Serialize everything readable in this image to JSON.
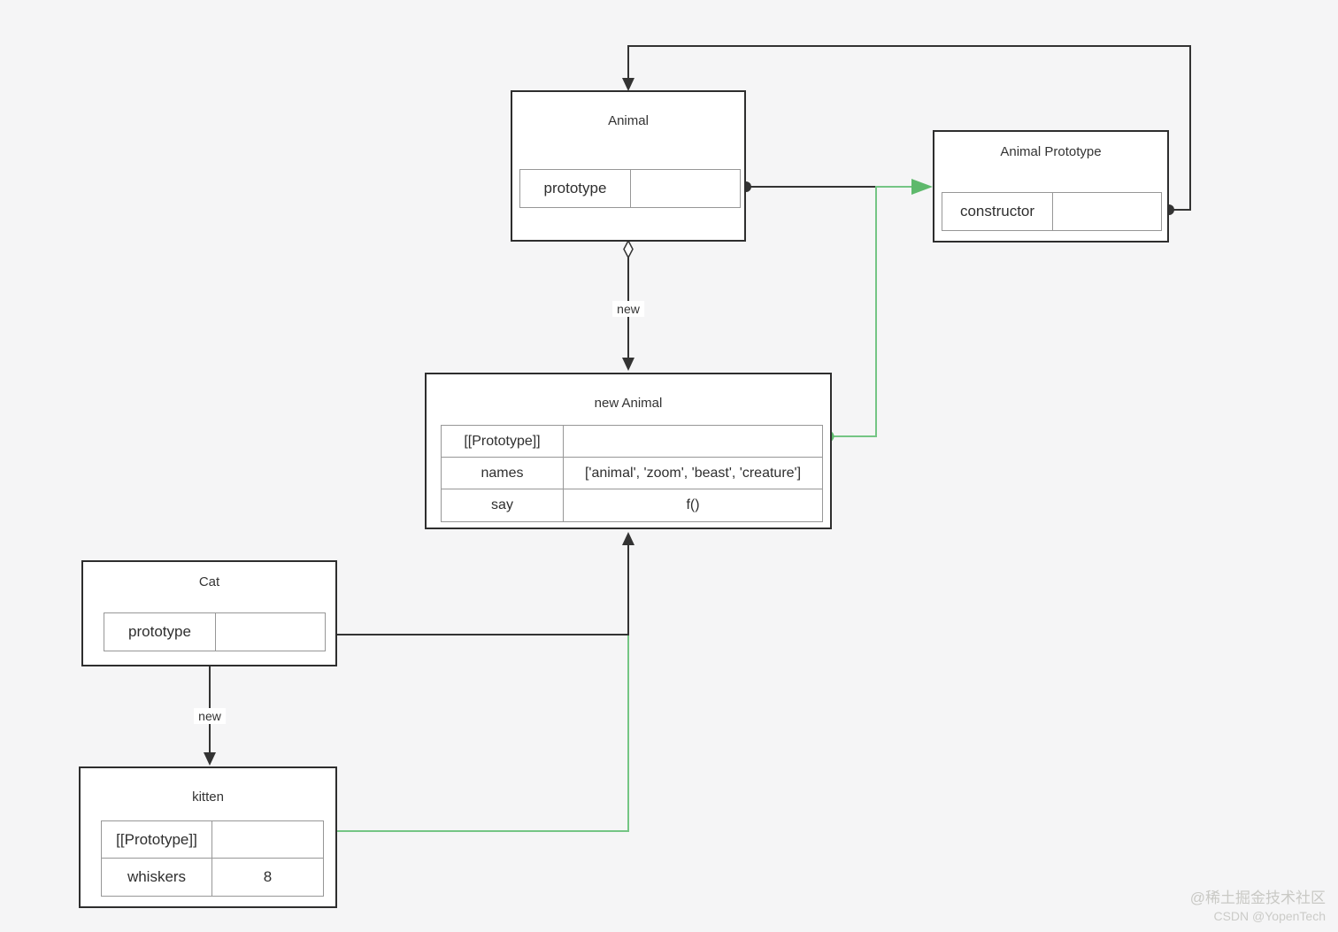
{
  "colors": {
    "background": "#f5f5f6",
    "box_border": "#2e2e2e",
    "inner_border": "#979797",
    "line_black": "#333333",
    "accent_green_line": "#74c584",
    "accent_green_strong": "#5eb96c"
  },
  "nodes": {
    "animal": {
      "title": "Animal",
      "rows": [
        {
          "key": "prototype",
          "value": ""
        }
      ]
    },
    "animal_prototype": {
      "title": "Animal Prototype",
      "rows": [
        {
          "key": "constructor",
          "value": ""
        }
      ]
    },
    "new_animal": {
      "title": "new Animal",
      "rows": [
        {
          "key": "[[Prototype]]",
          "value": ""
        },
        {
          "key": "names",
          "value": "['animal', 'zoom', 'beast', 'creature']"
        },
        {
          "key": "say",
          "value": "f()"
        }
      ]
    },
    "cat": {
      "title": "Cat",
      "rows": [
        {
          "key": "prototype",
          "value": ""
        }
      ]
    },
    "kitten": {
      "title": "kitten",
      "rows": [
        {
          "key": "[[Prototype]]",
          "value": ""
        },
        {
          "key": "whiskers",
          "value": "8"
        }
      ]
    }
  },
  "edges": {
    "animal_to_new_animal_label": "new",
    "cat_to_kitten_label": "new"
  },
  "watermark": {
    "line1": "@稀土掘金技术社区",
    "line2": "CSDN @YopenTech"
  }
}
